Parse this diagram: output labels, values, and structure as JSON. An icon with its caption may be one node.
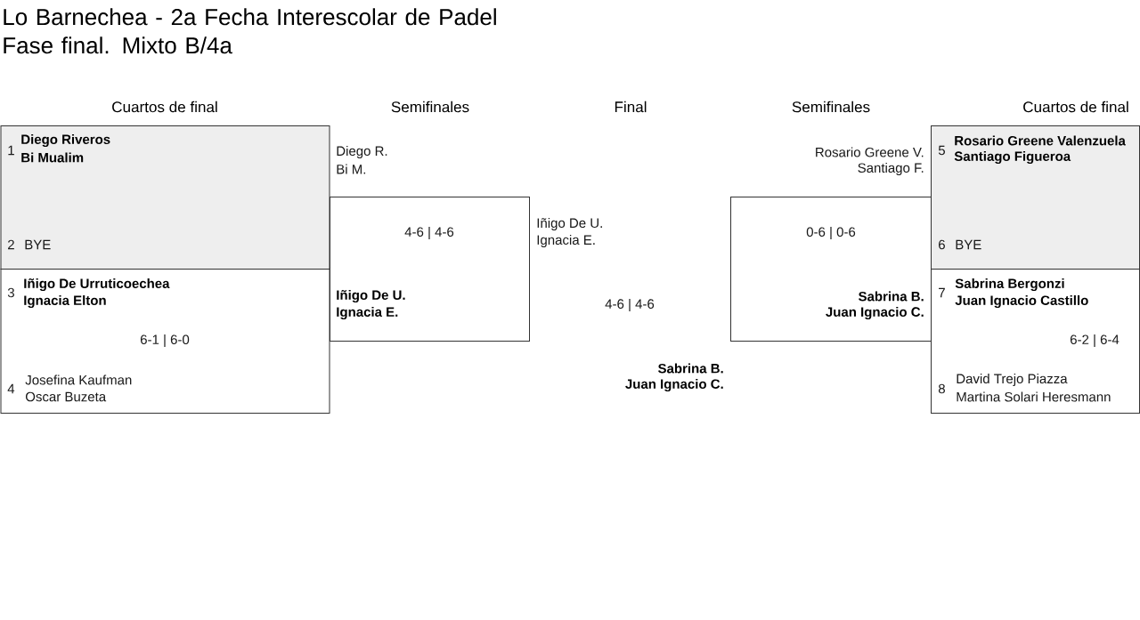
{
  "diagram": {
    "title": "Lo Barnechea - 2a Fecha Interescolar de Padel Fase final. Mixto B/4a",
    "nodes": [
      {
        "text": [
          "1",
          "Diego Riveros",
          "Bi Mualim",
          "2",
          "BYE"
        ]
      },
      {
        "text": [
          "3",
          "Iñigo De Urruticoechea",
          "Ignacia Elton",
          "6-1 | 6-0",
          "4",
          "Josefina Kaufman",
          "Oscar Buzeta"
        ]
      },
      {
        "text": [
          "Diego R.",
          "Bi M.",
          "4-6 | 4-6",
          "Iñigo De U.",
          "Ignacia E."
        ]
      },
      {
        "text": [
          "Rosario Greene V.",
          "Santiago F.",
          "0-6 | 0-6",
          "Sabrina B.",
          "Juan Ignacio C."
        ]
      },
      {
        "text": [
          "5",
          "Rosario Greene Valenzuela",
          "Santiago Figueroa",
          "6",
          "BYE"
        ]
      },
      {
        "text": [
          "7",
          "Sabrina Bergonzi",
          "Juan Ignacio Castillo",
          "6-2 | 6-4",
          "8",
          "David Trejo Piazza",
          "Martina Solari Heresmann"
        ]
      }
    ],
    "labels": [
      "Cuartos de final",
      "Semifinales",
      "Final",
      "Semifinales",
      "Cuartos de final",
      "Iñigo De U.",
      "Ignacia E.",
      "4-6 | 4-6",
      "Sabrina B.",
      "Juan Ignacio C."
    ]
  }
}
